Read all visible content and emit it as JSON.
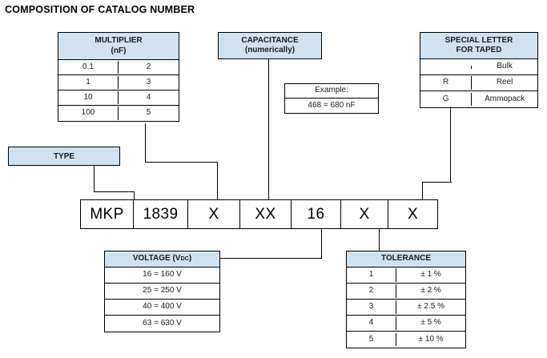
{
  "title": "COMPOSITION OF CATALOG NUMBER",
  "multiplier": {
    "header_line1": "MULTIPLIER",
    "header_line2": "(nF)",
    "rows": [
      {
        "value": "0.1",
        "code": "2"
      },
      {
        "value": "1",
        "code": "3"
      },
      {
        "value": "10",
        "code": "4"
      },
      {
        "value": "100",
        "code": "5"
      }
    ]
  },
  "capacitance": {
    "header_line1": "CAPACITANCE",
    "header_line2": "(numerically)"
  },
  "example": {
    "label": "Example:",
    "value": "468 = 680 nF"
  },
  "special_letter": {
    "header_line1": "SPECIAL LETTER",
    "header_line2": "FOR TAPED",
    "rows": [
      {
        "code": "",
        "packaging": "Bulk"
      },
      {
        "code": "R",
        "packaging": "Reel"
      },
      {
        "code": "G",
        "packaging": "Ammopack"
      }
    ]
  },
  "type": {
    "label": "TYPE"
  },
  "voltage": {
    "header_text": "VOLTAGE (V",
    "header_sub": "DC",
    "header_tail": ")",
    "rows": [
      "16 = 160 V",
      "25 = 250 V",
      "40 = 400 V",
      "63 = 630 V"
    ]
  },
  "tolerance": {
    "header": "TOLERANCE",
    "rows": [
      {
        "code": "1",
        "value": "± 1 %"
      },
      {
        "code": "2",
        "value": "± 2 %"
      },
      {
        "code": "3",
        "value": "± 2.5 %"
      },
      {
        "code": "4",
        "value": "± 5 %"
      },
      {
        "code": "5",
        "value": "± 10 %"
      }
    ]
  },
  "catalog_number": {
    "segments": [
      {
        "text": "MKP",
        "width": 66
      },
      {
        "text": "1839",
        "width": 68
      },
      {
        "text": "X",
        "width": 65
      },
      {
        "text": "XX",
        "width": 64
      },
      {
        "text": "16",
        "width": 62
      },
      {
        "text": "X",
        "width": 59
      },
      {
        "text": "X",
        "width": 61
      }
    ]
  },
  "colors": {
    "header_fill": "#cfe2f0",
    "line": "#000000",
    "background": "#ffffff"
  }
}
